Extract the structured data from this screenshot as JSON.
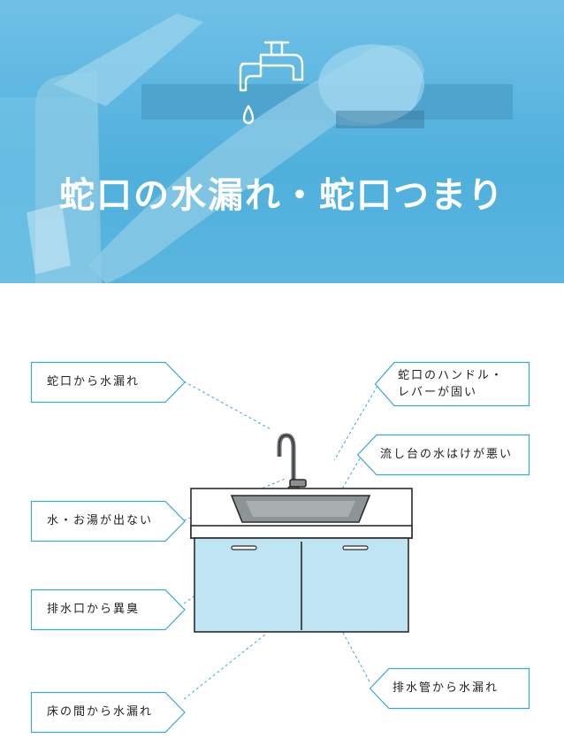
{
  "hero": {
    "title": "蛇口の水漏れ・蛇口つまり",
    "colors": {
      "overlay": "#4fb0dc",
      "title": "#ffffff"
    }
  },
  "labels": {
    "faucet_leak": "蛇口から水漏れ",
    "handle_stiff_line1": "蛇口のハンドル・",
    "handle_stiff_line2": "レバーが固い",
    "poor_drainage": "流し台の水はけが悪い",
    "no_water": "水・お湯が出ない",
    "drain_odor": "排水口から異臭",
    "pipe_leak": "排水管から水漏れ",
    "floor_leak": "床の間から水漏れ"
  },
  "colors": {
    "box_border": "#3aa7d8",
    "leader_line": "#3aa7d8",
    "cabinet": "#bfe4f3",
    "outline": "#2b2b2b"
  }
}
